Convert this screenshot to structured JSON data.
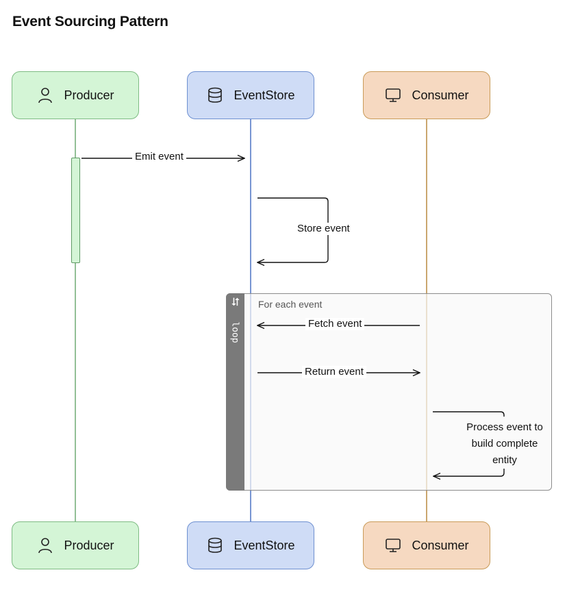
{
  "title": "Event Sourcing Pattern",
  "participants": [
    {
      "name": "Producer",
      "icon": "user-icon",
      "color": "#d4f5d6",
      "border": "#7dbb82",
      "line": "#6faa73"
    },
    {
      "name": "EventStore",
      "icon": "database-icon",
      "color": "#cfdcf6",
      "border": "#6d8fd0",
      "line": "#4a72c4"
    },
    {
      "name": "Consumer",
      "icon": "monitor-icon",
      "color": "#f6d9c1",
      "border": "#c99a57",
      "line": "#b8893f"
    }
  ],
  "messages": {
    "emit_event": "Emit event",
    "store_event": "Store event",
    "fetch_event": "Fetch event",
    "return_event": "Return event",
    "process_event": "Process event to build complete entity"
  },
  "loop": {
    "label": "loop",
    "condition": "For each event"
  }
}
